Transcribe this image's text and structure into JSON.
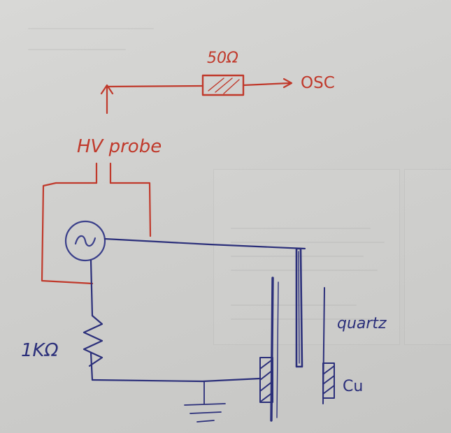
{
  "labels": {
    "resistor_50": "50Ω",
    "osc": "OSC",
    "hv_probe": "HV probe",
    "resistor_1k": "1KΩ",
    "quartz": "quartz",
    "cu": "Cu"
  },
  "colors": {
    "paper": "#d2d2d0",
    "red_ink": "#c0392b",
    "blue_ink": "#2b2f7a"
  },
  "icons": {
    "source": "ac-source-icon",
    "ground": "ground-icon",
    "arrow": "arrow-right-icon"
  }
}
